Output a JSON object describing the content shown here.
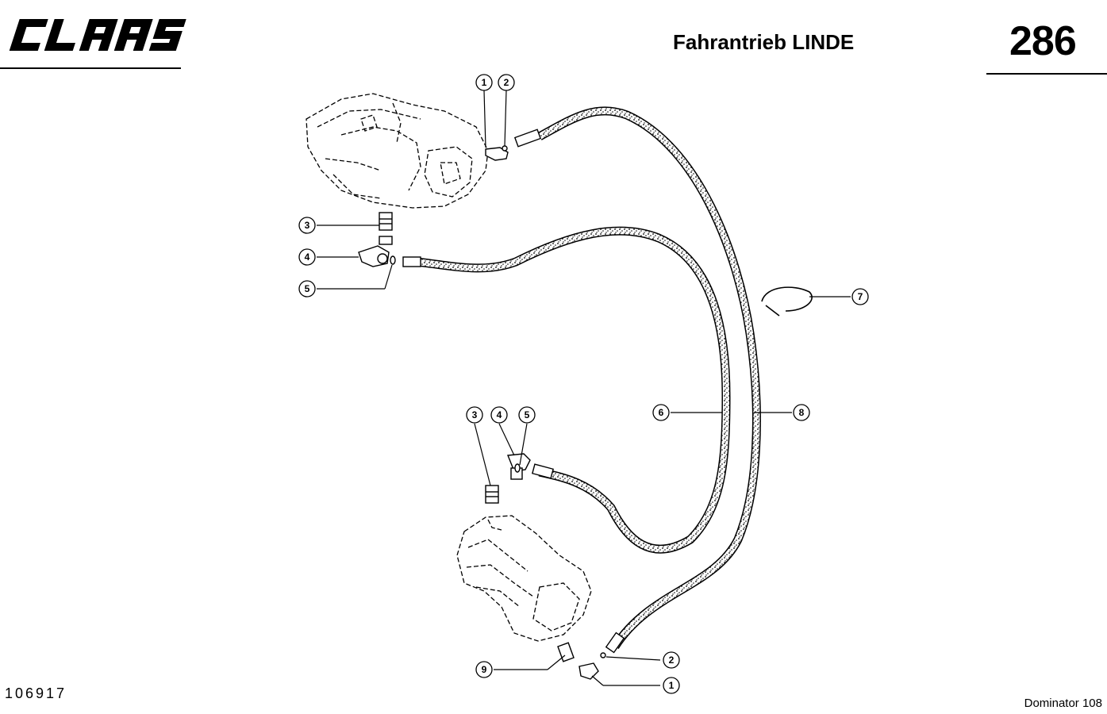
{
  "header": {
    "logo_text": "CLAAS",
    "title": "Fahrantrieb LINDE",
    "page_number": "286"
  },
  "footer": {
    "drawing_number": "106917",
    "model": "Dominator 108"
  },
  "callouts": [
    {
      "id": "c1-top",
      "label": "1"
    },
    {
      "id": "c2-top",
      "label": "2"
    },
    {
      "id": "c3-left",
      "label": "3"
    },
    {
      "id": "c4-left",
      "label": "4"
    },
    {
      "id": "c5-left",
      "label": "5"
    },
    {
      "id": "c7",
      "label": "7"
    },
    {
      "id": "c6",
      "label": "6"
    },
    {
      "id": "c8",
      "label": "8"
    },
    {
      "id": "c3-mid",
      "label": "3"
    },
    {
      "id": "c4-mid",
      "label": "4"
    },
    {
      "id": "c5-mid",
      "label": "5"
    },
    {
      "id": "c9",
      "label": "9"
    },
    {
      "id": "c2-bottom",
      "label": "2"
    },
    {
      "id": "c1-bottom",
      "label": "1"
    }
  ]
}
